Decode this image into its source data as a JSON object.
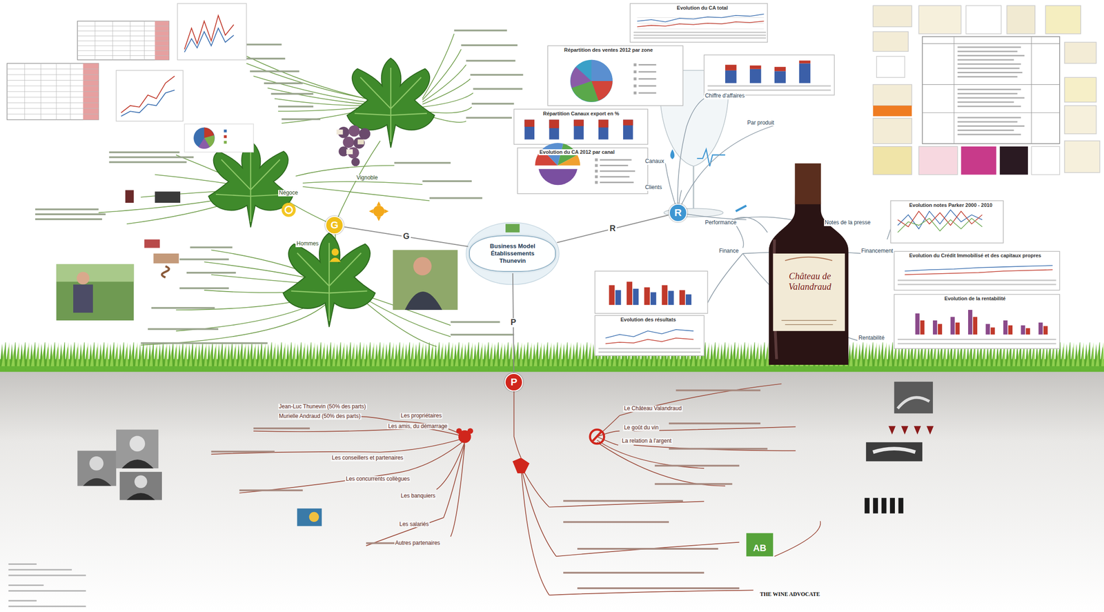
{
  "diagram": {
    "nodes": [
      {
        "text": [
          "Business Model Établissements Thunevin"
        ]
      },
      {
        "text": [
          "G"
        ]
      },
      {
        "text": [
          "R"
        ]
      },
      {
        "text": [
          "P"
        ]
      }
    ],
    "edges": [
      {
        "from": 0,
        "to": 1,
        "arrow": "none",
        "label": "G"
      },
      {
        "from": 0,
        "to": 2,
        "arrow": "none",
        "label": "R"
      },
      {
        "from": 0,
        "to": 3,
        "arrow": "none",
        "label": "P"
      }
    ],
    "labels": [
      "Evolution du CA total",
      "Répartition des ventes 2012 par zone",
      "Répartition Canaux export en %",
      "Evolution du CA 2012 par canal",
      "Evolution notes Parker 2000 - 2010",
      "Evolution du Crédit Immobilisé et des capitaux propres",
      "Evolution de la rentabilité",
      "Evolution des résultats",
      "Chiffre d'affaires",
      "Par produit",
      "Canaux",
      "Clients",
      "Performance",
      "Notes de la presse",
      "Finance",
      "Financement",
      "Rentabilité",
      "Vignoble",
      "Négoce",
      "Hommes",
      "Château de Valandraud",
      "Jean-Luc Thunevin (50% des parts)",
      "Murielle Andraud (50% des parts)",
      "Les propriétaires",
      "Les amis, du démarrage",
      "Les conseillers et partenaires",
      "Les concurrents collègues",
      "Les banquiers",
      "Les salariés",
      "Autres partenaires",
      "Le Château Valandraud",
      "Le goût du vin",
      "La relation à l'argent",
      "THE WINE ADVOCATE",
      "AB"
    ]
  }
}
